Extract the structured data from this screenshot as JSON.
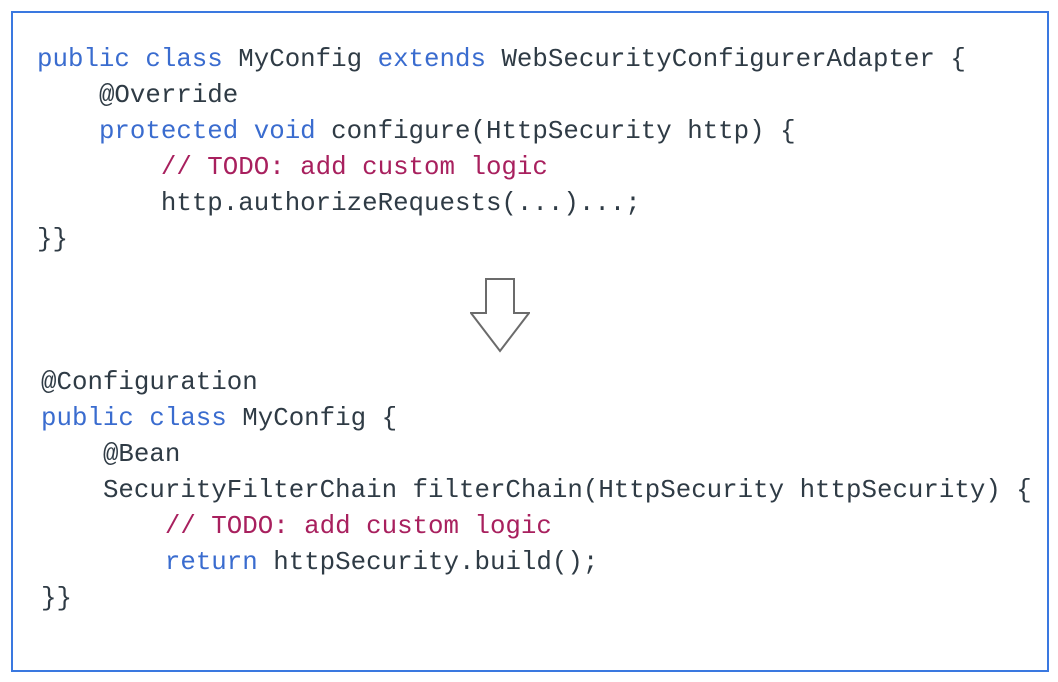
{
  "colors": {
    "border": "#3a78e0",
    "keyword": "#3a6ccf",
    "comment": "#a8205e",
    "text": "#2f3b45",
    "arrow": "#6b6b6b"
  },
  "before": {
    "lines": [
      {
        "indent": "",
        "parts": [
          [
            "kw",
            "public class"
          ],
          [
            "tx",
            " MyConfig "
          ],
          [
            "kw",
            "extends"
          ],
          [
            "tx",
            " WebSecurityConfigurerAdapter {"
          ]
        ]
      },
      {
        "indent": "    ",
        "parts": [
          [
            "tx",
            "@Override"
          ]
        ]
      },
      {
        "indent": "    ",
        "parts": [
          [
            "kw",
            "protected void"
          ],
          [
            "tx",
            " configure(HttpSecurity http) {"
          ]
        ]
      },
      {
        "indent": "        ",
        "parts": [
          [
            "cm",
            "// TODO: add custom logic"
          ]
        ]
      },
      {
        "indent": "        ",
        "parts": [
          [
            "tx",
            "http.authorizeRequests(...)...;"
          ]
        ]
      },
      {
        "indent": "",
        "parts": [
          [
            "tx",
            "}}"
          ]
        ]
      }
    ]
  },
  "arrow": {
    "icon": "down-arrow-icon"
  },
  "after": {
    "lines": [
      {
        "indent": "",
        "parts": [
          [
            "tx",
            "@Configuration"
          ]
        ]
      },
      {
        "indent": "",
        "parts": [
          [
            "kw",
            "public class"
          ],
          [
            "tx",
            " MyConfig {"
          ]
        ]
      },
      {
        "indent": "    ",
        "parts": [
          [
            "tx",
            "@Bean"
          ]
        ]
      },
      {
        "indent": "    ",
        "parts": [
          [
            "tx",
            "SecurityFilterChain filterChain(HttpSecurity httpSecurity) {"
          ]
        ]
      },
      {
        "indent": "        ",
        "parts": [
          [
            "cm",
            "// TODO: add custom logic"
          ]
        ]
      },
      {
        "indent": "        ",
        "parts": [
          [
            "kw",
            "return"
          ],
          [
            "tx",
            " httpSecurity.build();"
          ]
        ]
      },
      {
        "indent": "",
        "parts": [
          [
            "tx",
            "}}"
          ]
        ]
      }
    ]
  }
}
